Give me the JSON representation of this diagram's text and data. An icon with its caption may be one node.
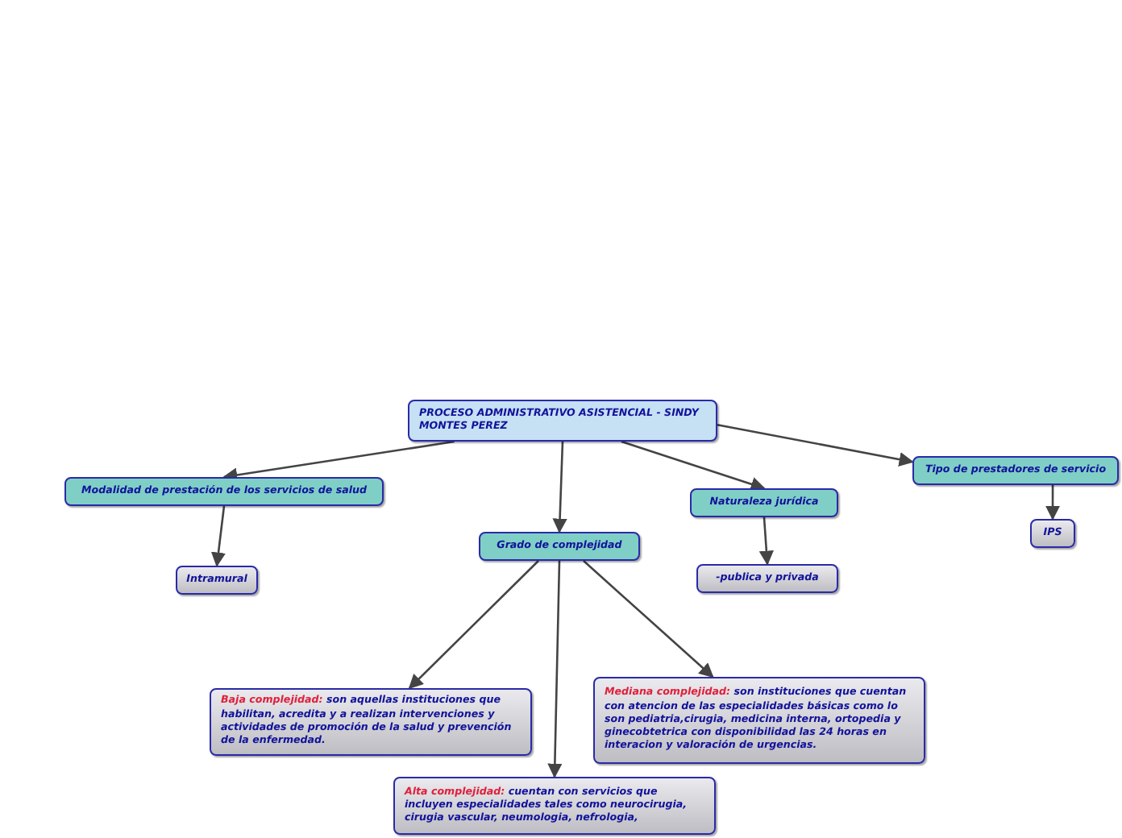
{
  "diagram": {
    "nodes": [
      {
        "text": [
          "PROCESO ADMINISTRATIVO ASISTENCIAL - SINDY MONTES PEREZ"
        ]
      },
      {
        "text": [
          "Modalidad de prestación de los servicios de salud"
        ]
      },
      {
        "text": [
          "Grado de complejidad"
        ]
      },
      {
        "text": [
          "Naturaleza jurídica"
        ]
      },
      {
        "text": [
          "Tipo de prestadores de servicio"
        ]
      },
      {
        "text": [
          "Intramural"
        ]
      },
      {
        "text": [
          "-publica y privada"
        ]
      },
      {
        "text": [
          "IPS"
        ]
      },
      {
        "text": [
          "Baja complejidad:",
          "son aquellas instituciones que habilitan, acredita y a realizan intervenciones y actividades de promoción de la salud y prevención de la enfermedad."
        ]
      },
      {
        "text": [
          "Mediana complejidad:",
          "son instituciones que cuentan con atencion de las especialidades básicas como lo son pediatria,cirugia, medicina interna, ortopedia y ginecobtetrica con disponibilidad las 24 horas  en interacion y valoración de urgencias."
        ]
      },
      {
        "text": [
          "Alta complejidad:",
          "cuentan con servicios que incluyen especialidades tales como neurocirugia, cirugia vascular, neumologia, nefrologia,"
        ]
      }
    ],
    "edges": [
      {
        "from": 0,
        "to": 1,
        "arrow": "to"
      },
      {
        "from": 0,
        "to": 2,
        "arrow": "to"
      },
      {
        "from": 0,
        "to": 3,
        "arrow": "to"
      },
      {
        "from": 0,
        "to": 4,
        "arrow": "to"
      },
      {
        "from": 1,
        "to": 5,
        "arrow": "to"
      },
      {
        "from": 3,
        "to": 6,
        "arrow": "to"
      },
      {
        "from": 4,
        "to": 7,
        "arrow": "to"
      },
      {
        "from": 2,
        "to": 8,
        "arrow": "to"
      },
      {
        "from": 2,
        "to": 10,
        "arrow": "to"
      },
      {
        "from": 2,
        "to": 9,
        "arrow": "to"
      }
    ]
  }
}
